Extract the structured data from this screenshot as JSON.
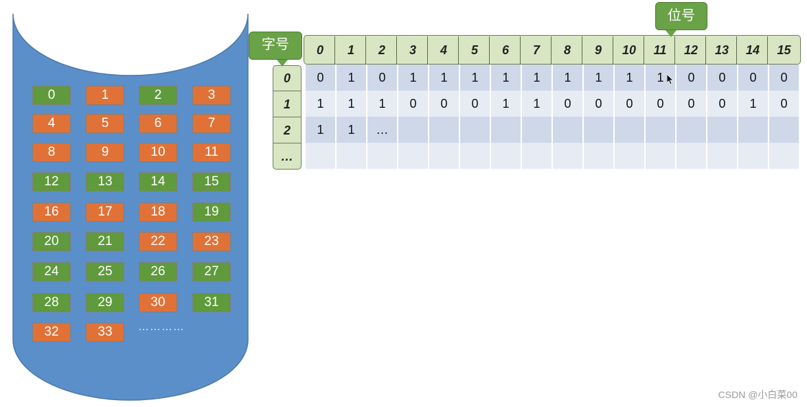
{
  "disk": {
    "blocks": [
      {
        "n": "0",
        "state": "free"
      },
      {
        "n": "1",
        "state": "used"
      },
      {
        "n": "2",
        "state": "free"
      },
      {
        "n": "3",
        "state": "used"
      },
      {
        "n": "4",
        "state": "used"
      },
      {
        "n": "5",
        "state": "used"
      },
      {
        "n": "6",
        "state": "used"
      },
      {
        "n": "7",
        "state": "used"
      },
      {
        "n": "8",
        "state": "used"
      },
      {
        "n": "9",
        "state": "used"
      },
      {
        "n": "10",
        "state": "used"
      },
      {
        "n": "11",
        "state": "used"
      },
      {
        "n": "12",
        "state": "free"
      },
      {
        "n": "13",
        "state": "free"
      },
      {
        "n": "14",
        "state": "free"
      },
      {
        "n": "15",
        "state": "free"
      },
      {
        "n": "16",
        "state": "used"
      },
      {
        "n": "17",
        "state": "used"
      },
      {
        "n": "18",
        "state": "used"
      },
      {
        "n": "19",
        "state": "free"
      },
      {
        "n": "20",
        "state": "free"
      },
      {
        "n": "21",
        "state": "free"
      },
      {
        "n": "22",
        "state": "used"
      },
      {
        "n": "23",
        "state": "used"
      },
      {
        "n": "24",
        "state": "free"
      },
      {
        "n": "25",
        "state": "free"
      },
      {
        "n": "26",
        "state": "free"
      },
      {
        "n": "27",
        "state": "free"
      },
      {
        "n": "28",
        "state": "free"
      },
      {
        "n": "29",
        "state": "free"
      },
      {
        "n": "30",
        "state": "used"
      },
      {
        "n": "31",
        "state": "free"
      },
      {
        "n": "32",
        "state": "used"
      },
      {
        "n": "33",
        "state": "used"
      }
    ],
    "more": "…………",
    "colors": {
      "body": "#5b8fc9",
      "used": "#e07237",
      "free": "#5f9a3c"
    }
  },
  "bitmap": {
    "bit_label": "位号",
    "word_label": "字号",
    "columns": [
      "0",
      "1",
      "2",
      "3",
      "4",
      "5",
      "6",
      "7",
      "8",
      "9",
      "10",
      "11",
      "12",
      "13",
      "14",
      "15"
    ],
    "rows": [
      {
        "label": "0",
        "bits": [
          "0",
          "1",
          "0",
          "1",
          "1",
          "1",
          "1",
          "1",
          "1",
          "1",
          "1",
          "1",
          "0",
          "0",
          "0",
          "0"
        ]
      },
      {
        "label": "1",
        "bits": [
          "1",
          "1",
          "1",
          "0",
          "0",
          "0",
          "1",
          "1",
          "0",
          "0",
          "0",
          "0",
          "0",
          "0",
          "1",
          "0"
        ]
      },
      {
        "label": "2",
        "bits": [
          "1",
          "1",
          "…",
          "",
          "",
          "",
          "",
          "",
          "",
          "",
          "",
          "",
          "",
          "",
          "",
          ""
        ]
      },
      {
        "label": "…",
        "bits": [
          "",
          "",
          "",
          "",
          "",
          "",
          "",
          "",
          "",
          "",
          "",
          "",
          "",
          "",
          "",
          ""
        ]
      }
    ]
  },
  "watermark": "CSDN @小白菜00"
}
